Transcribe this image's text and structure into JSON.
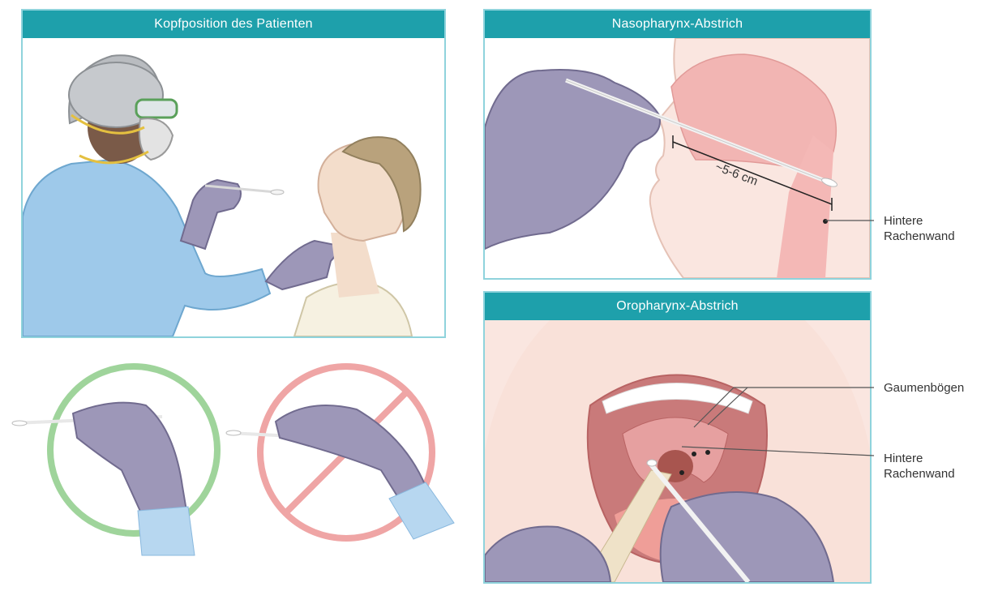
{
  "panels": {
    "head_position": {
      "title": "Kopfposition des Patienten"
    },
    "nasopharynx": {
      "title": "Nasopharynx-Abstrich",
      "measurement": "~5-6 cm"
    },
    "oropharynx": {
      "title": "Oropharynx-Abstrich"
    }
  },
  "labels": {
    "naso_posterior_wall": [
      "Hintere",
      "Rachenwand"
    ],
    "oro_palatal_arches": "Gaumenbögen",
    "oro_posterior_wall": [
      "Hintere",
      "Rachenwand"
    ]
  },
  "colors": {
    "header": "#1ea0ab",
    "border": "#8fd3dc",
    "glove": "#9d97b8",
    "gown": "#9ec9ea",
    "correct": "#9fd49b",
    "incorrect": "#efa5a5"
  }
}
